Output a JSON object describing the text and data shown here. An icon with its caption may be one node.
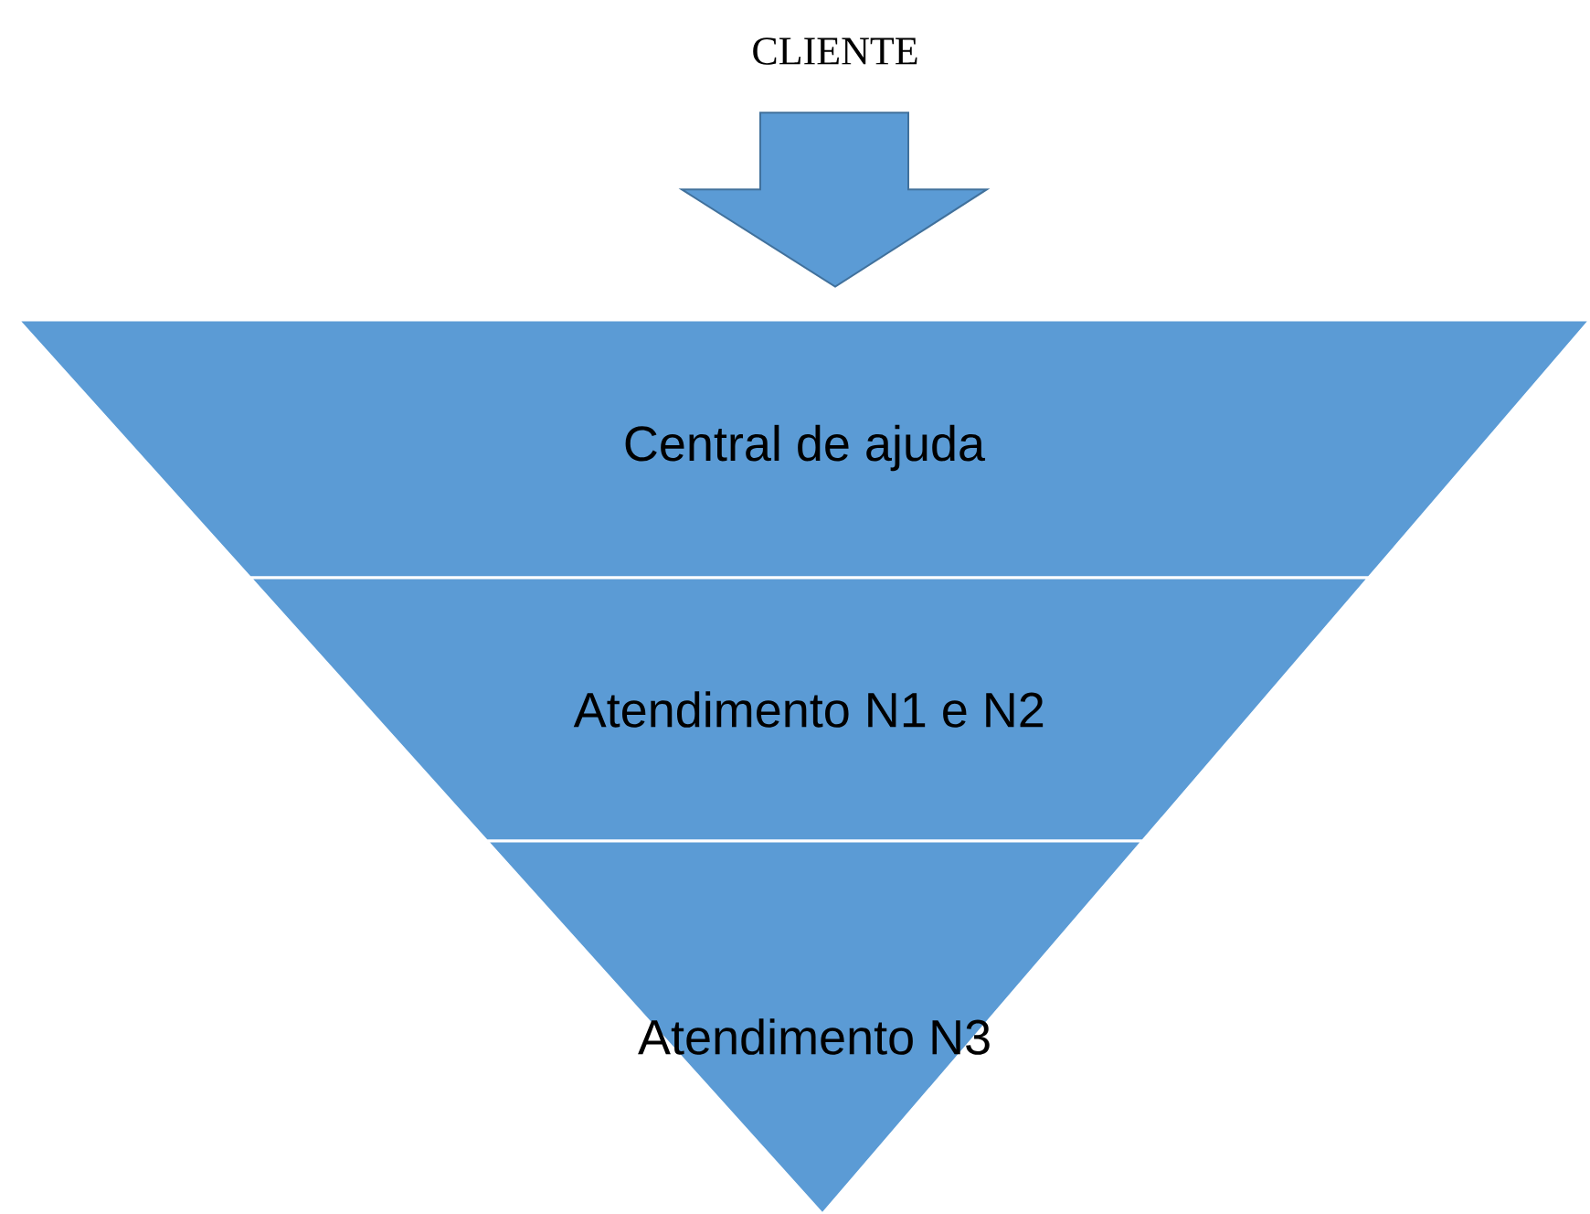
{
  "diagram": {
    "nodes": [
      {
        "text": [
          "CLIENTE"
        ]
      },
      {
        "text": [
          "Central de ajuda"
        ]
      },
      {
        "text": [
          "Atendimento N1 e N2"
        ]
      },
      {
        "text": [
          "Atendimento N3"
        ]
      }
    ],
    "edges": [
      {
        "from": 0,
        "to": 1,
        "arrow": "to"
      }
    ]
  }
}
